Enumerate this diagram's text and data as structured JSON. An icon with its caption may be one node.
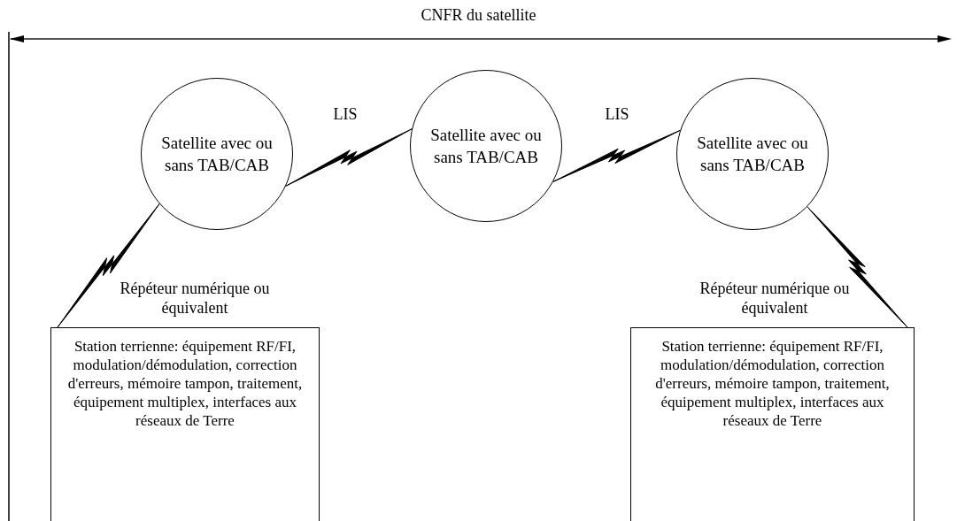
{
  "diagram": {
    "title": "CNFR du satellite",
    "nodes": [
      {
        "text": [
          "Satellite avec ou sans TAB/CAB"
        ]
      },
      {
        "text": [
          "Satellite avec ou sans TAB/CAB"
        ]
      },
      {
        "text": [
          "Satellite avec ou sans TAB/CAB"
        ]
      },
      {
        "text": [
          "Station terrienne: équipement RF/FI, modulation/démodulation, correction d'erreurs, mémoire tampon, traitement, équipement multiplex, interfaces aux réseaux de Terre"
        ]
      },
      {
        "text": [
          "Station terrienne: équipement RF/FI, modulation/démodulation, correction d'erreurs, mémoire tampon, traitement, équipement multiplex, interfaces aux réseaux de Terre"
        ]
      }
    ],
    "edges": [
      {
        "from": 0,
        "to": 1,
        "arrow": "none",
        "label": "LIS"
      },
      {
        "from": 1,
        "to": 2,
        "arrow": "none",
        "label": "LIS"
      },
      {
        "from": 0,
        "to": 3,
        "arrow": "none",
        "label": "Répéteur numérique ou équivalent"
      },
      {
        "from": 2,
        "to": 4,
        "arrow": "none",
        "label": "Répéteur numérique ou équivalent"
      }
    ]
  }
}
